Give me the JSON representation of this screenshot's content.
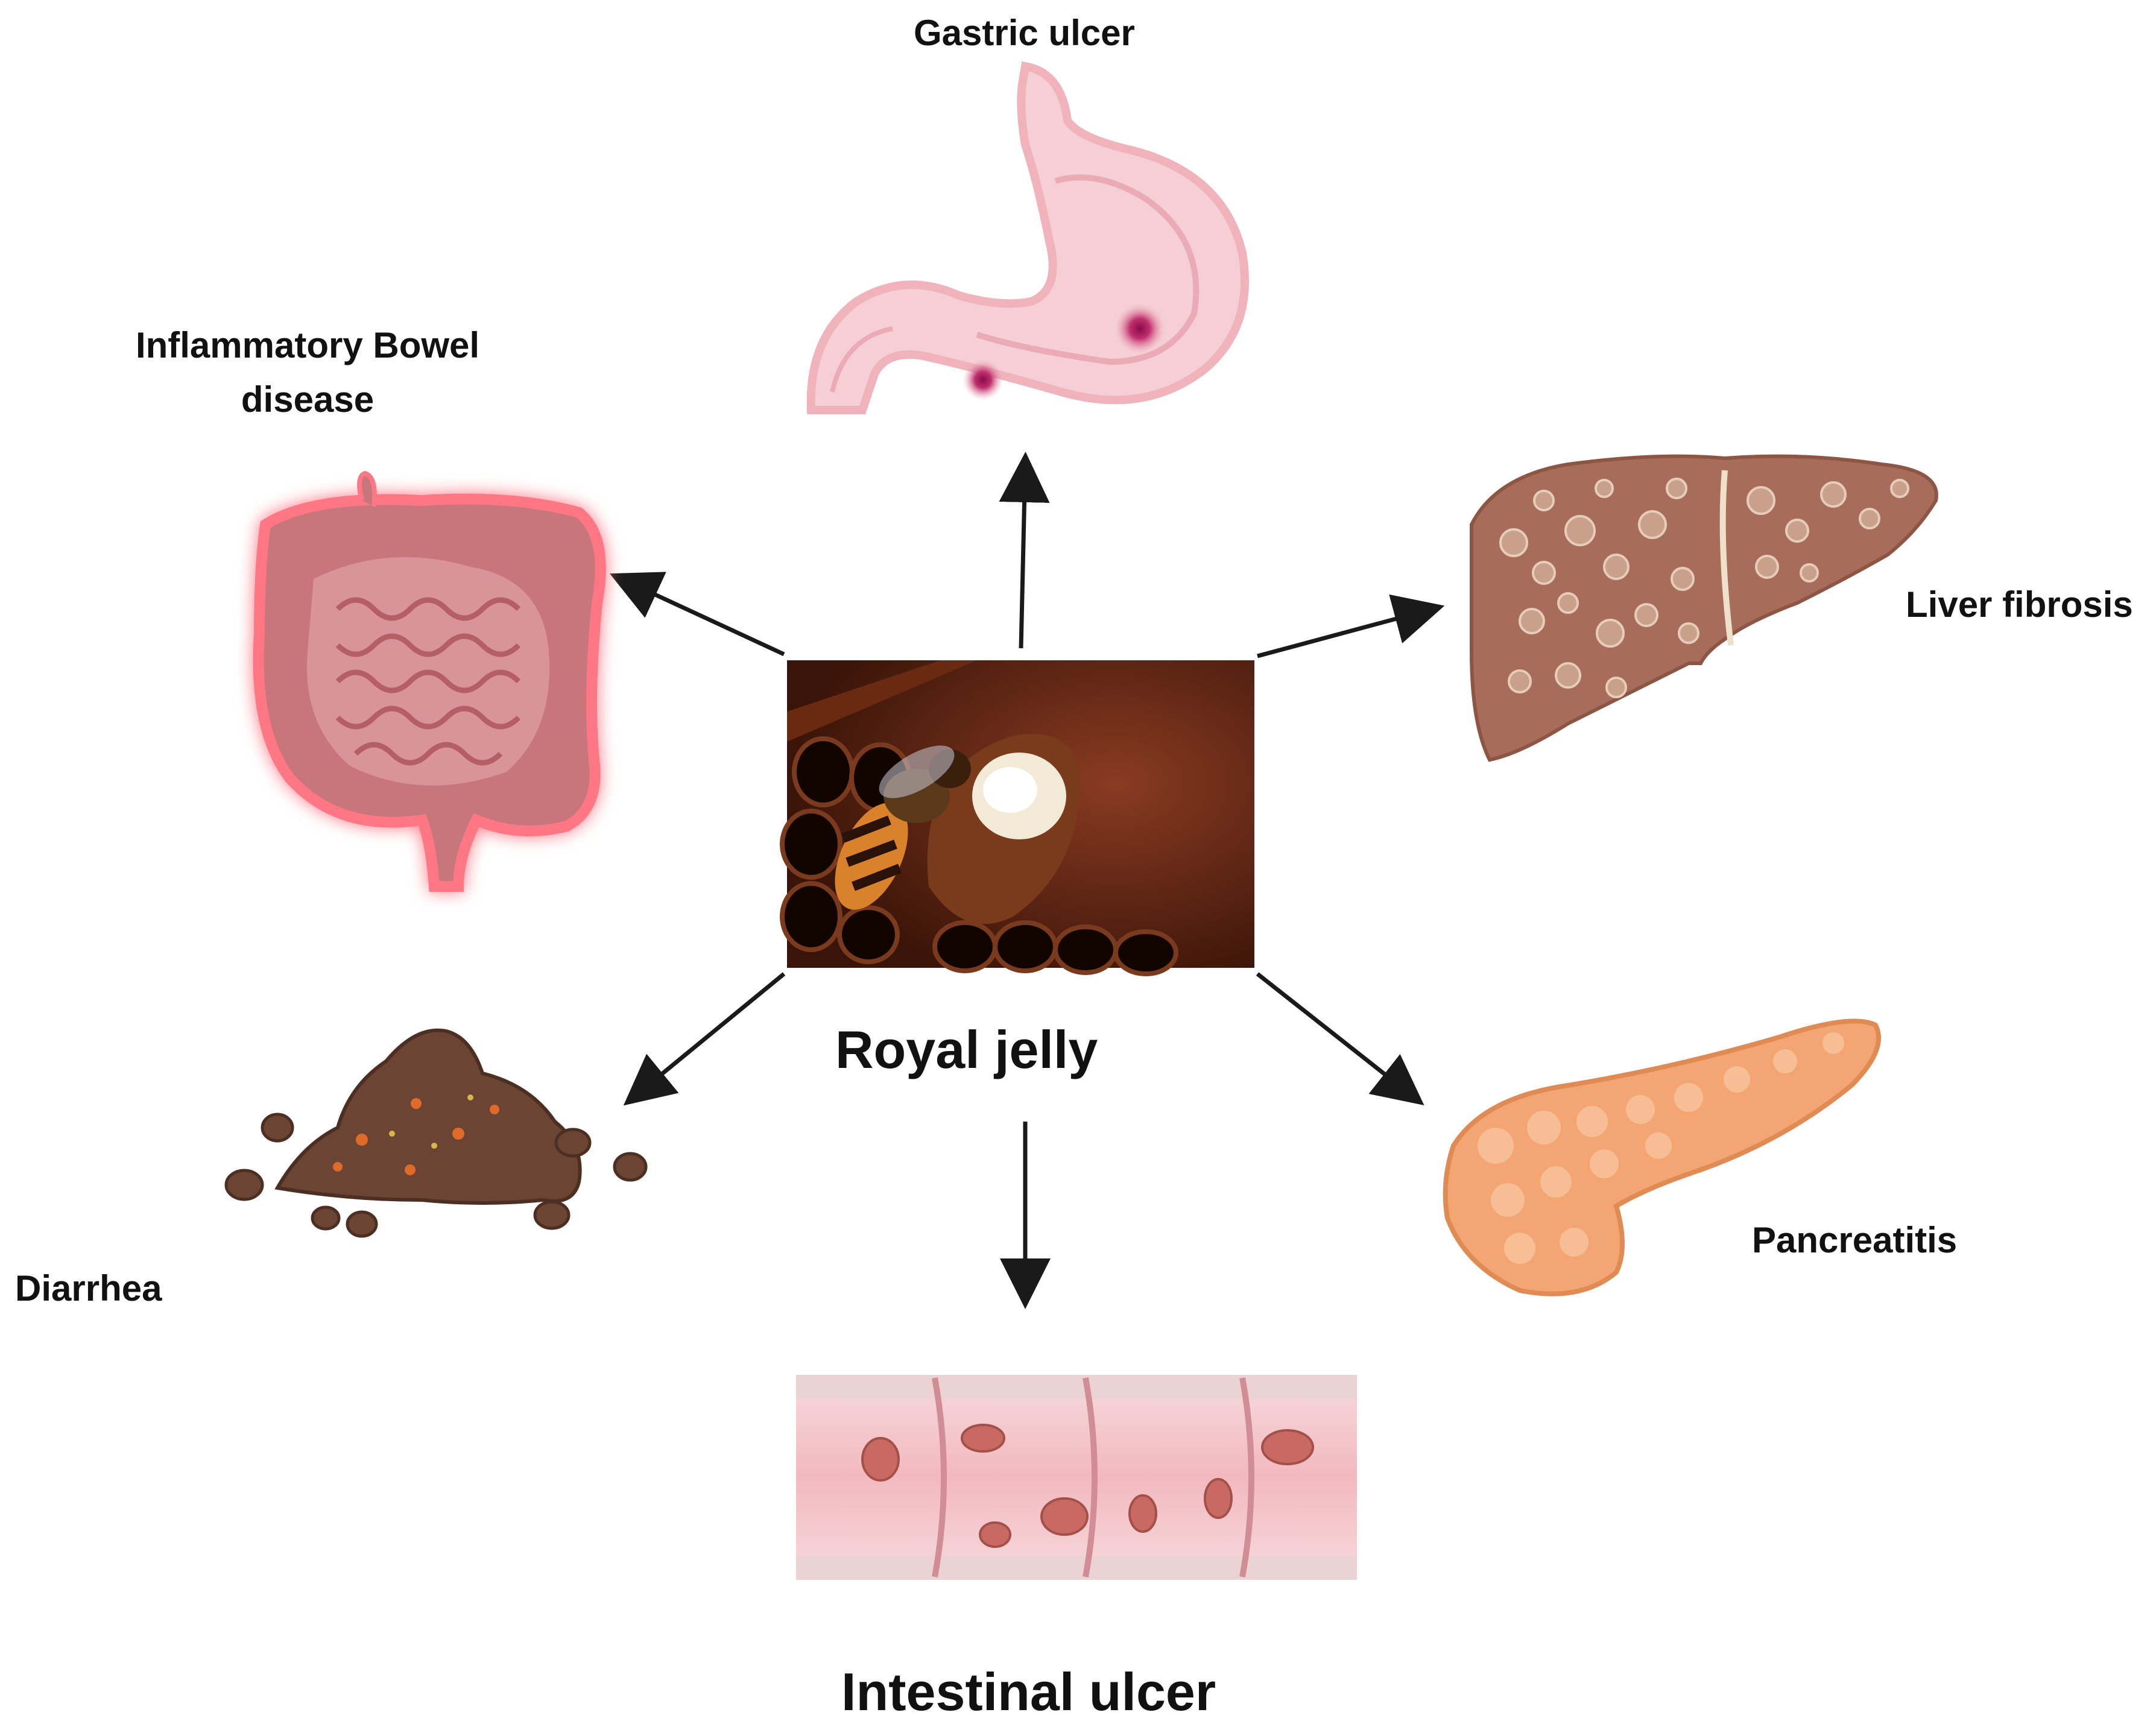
{
  "center": {
    "label": "Royal jelly",
    "photo_icon": "bee-on-royal-jelly-cell-photo"
  },
  "nodes": [
    {
      "id": "gastric",
      "label": "Gastric ulcer",
      "icon": "stomach-icon"
    },
    {
      "id": "ibd",
      "label": "Inflammatory Bowel disease",
      "icon": "inflamed-intestines-icon"
    },
    {
      "id": "liver",
      "label": "Liver fibrosis",
      "icon": "fibrotic-liver-icon"
    },
    {
      "id": "diarrhea",
      "label": "Diarrhea",
      "icon": "stool-icon"
    },
    {
      "id": "pancreatitis",
      "label": "Pancreatitis",
      "icon": "pancreas-icon"
    },
    {
      "id": "intestinal",
      "label": "Intestinal ulcer",
      "icon": "ulcerated-intestine-icon"
    }
  ],
  "colors": {
    "arrow": "#1a1a1a",
    "text": "#111111",
    "stomach": "#f0b3bc",
    "intestine_glow": "#ff6b7a",
    "liver": "#a86d5a",
    "stool": "#6b4433",
    "pancreas": "#f3a574",
    "ulcer": "#c86a62"
  }
}
